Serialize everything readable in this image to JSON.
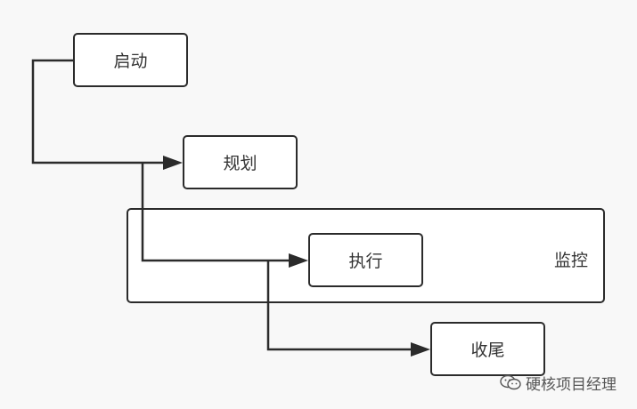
{
  "nodes": {
    "qidong": "启动",
    "guihua": "规划",
    "zhixing": "执行",
    "shouwei": "收尾"
  },
  "group": {
    "label": "监控"
  },
  "watermark": {
    "text": "硬核项目经理",
    "icon": "wechat-icon"
  },
  "colors": {
    "line": "#2b2b2b",
    "box_fill": "#ffffff",
    "background": "#f8f8f8",
    "text": "#333333"
  }
}
